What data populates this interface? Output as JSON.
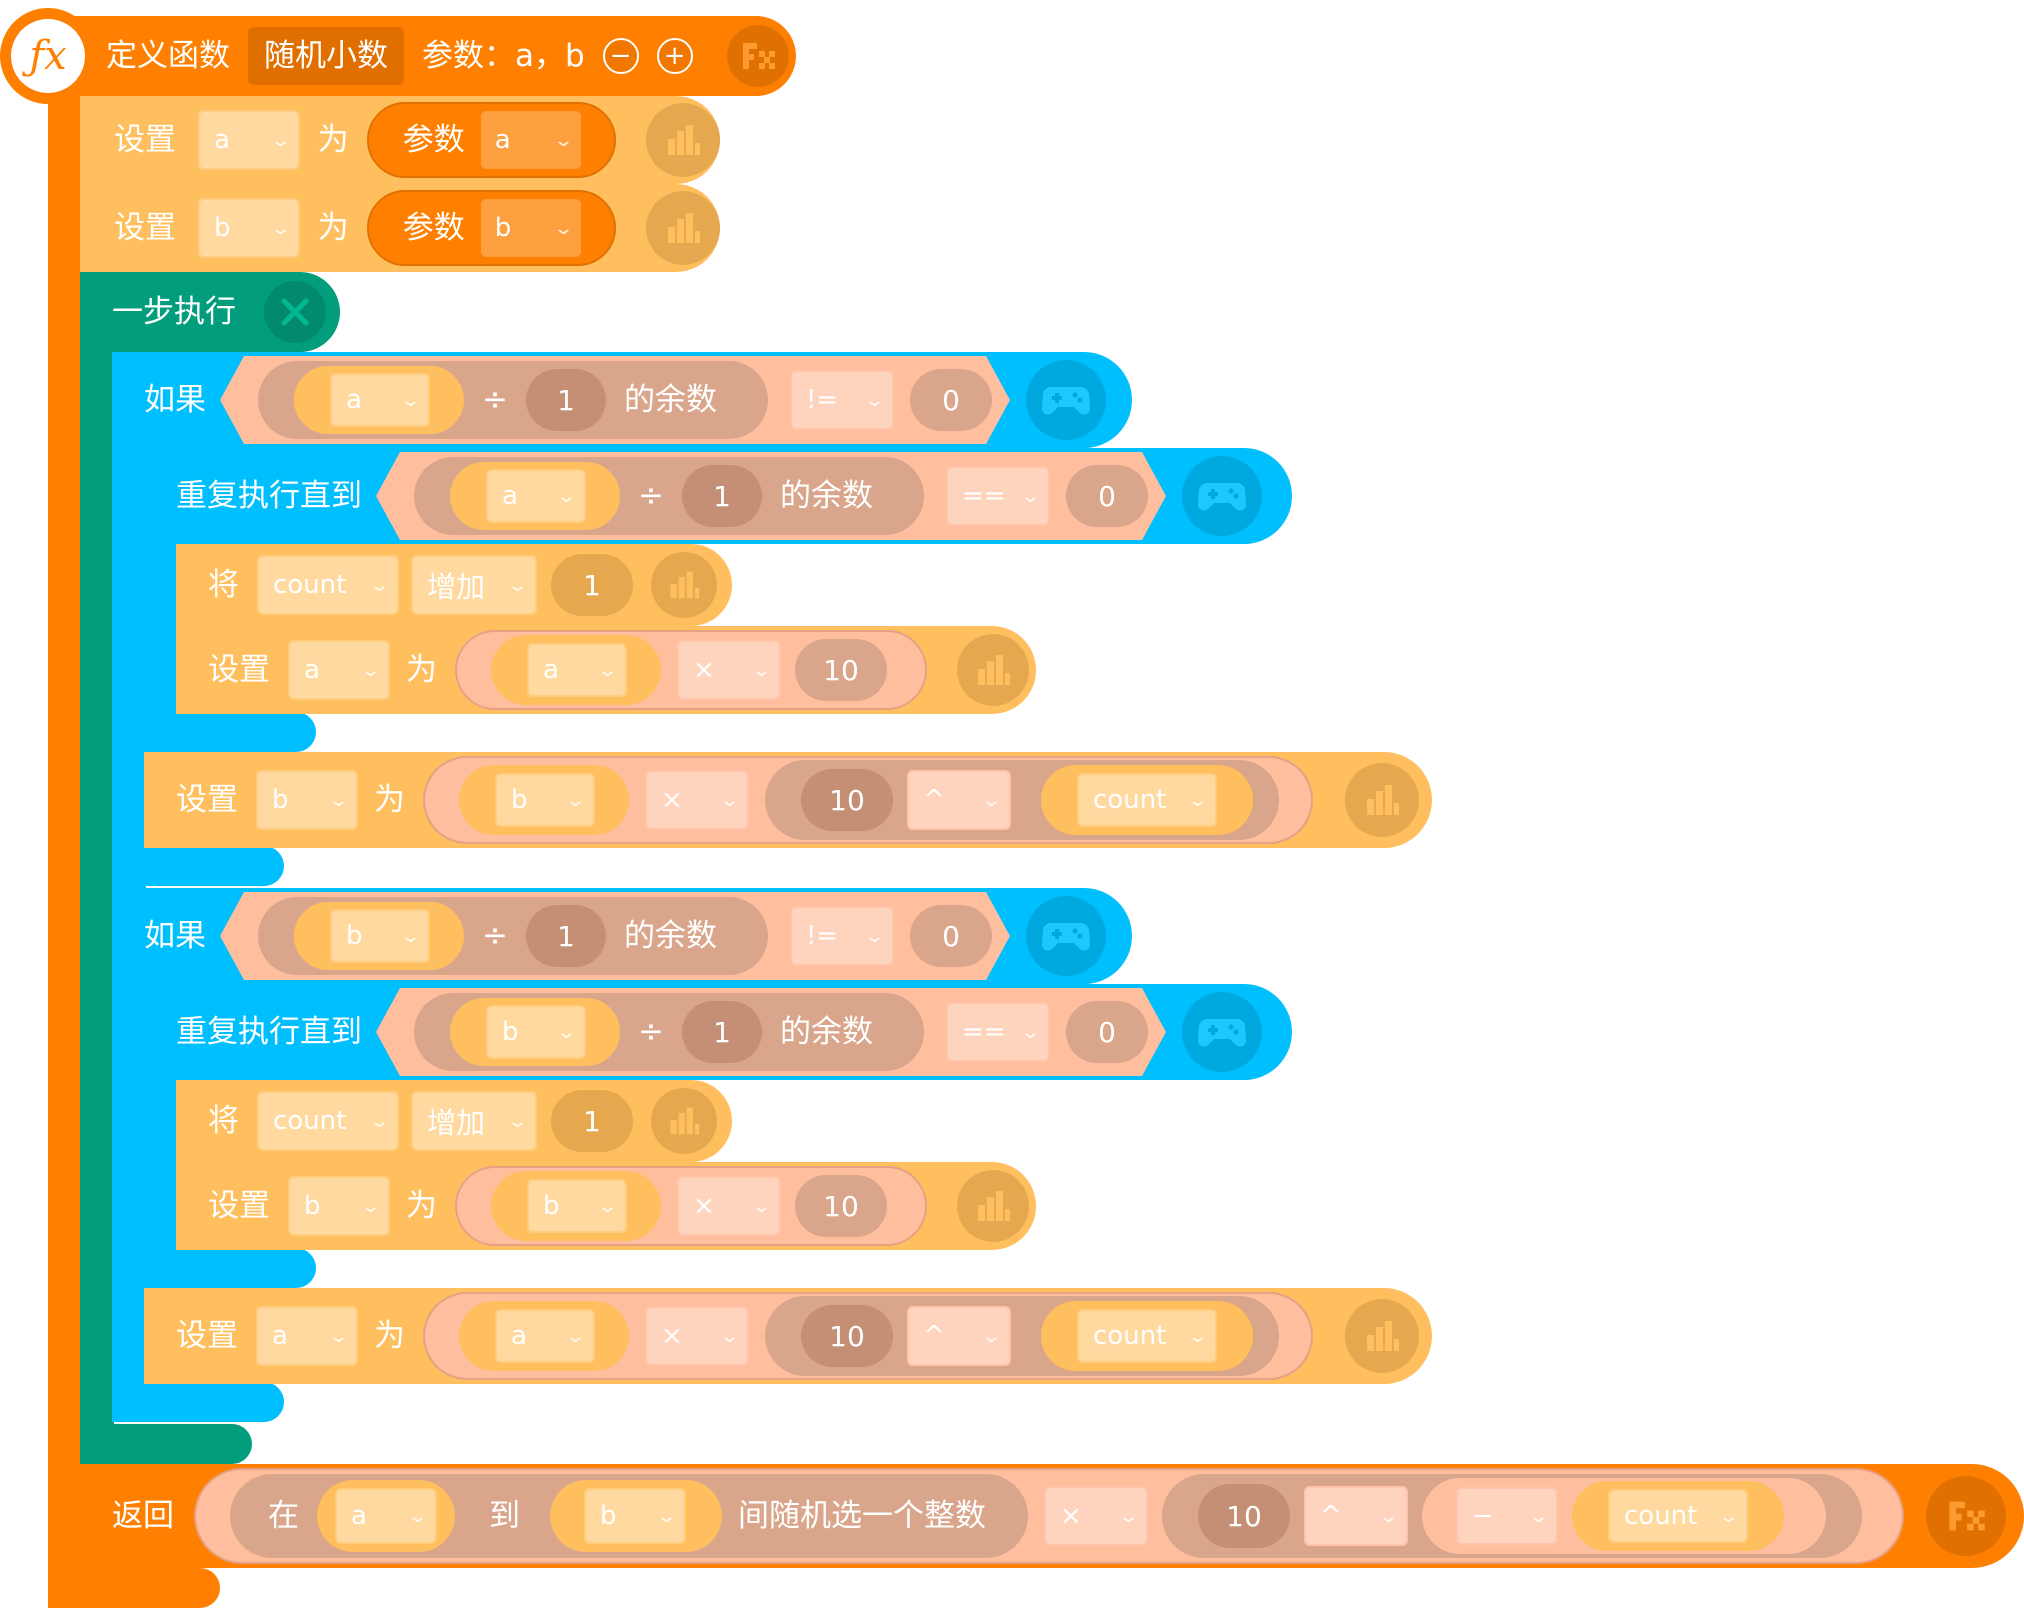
{
  "define": {
    "label": "定义函数",
    "name": "随机小数",
    "params_label": "参数：a，b",
    "minus": "−",
    "plus": "+",
    "fx_icon": "fx-icon"
  },
  "stmts": {
    "set_a": {
      "label": "设置",
      "var": "a",
      "to": "为",
      "param_label": "参数",
      "param": "a"
    },
    "set_b": {
      "label": "设置",
      "var": "b",
      "to": "为",
      "param_label": "参数",
      "param": "b"
    }
  },
  "step": {
    "label": "一步执行"
  },
  "block1": {
    "if_label": "如果",
    "if_var": "a",
    "if_div": "÷",
    "if_n": "1",
    "if_mod": "的余数",
    "if_op": "!=",
    "if_zero": "0",
    "rep_label": "重复执行直到",
    "rep_var": "a",
    "rep_div": "÷",
    "rep_n": "1",
    "rep_mod": "的余数",
    "rep_op": "==",
    "rep_zero": "0",
    "inc_label": "将",
    "inc_var": "count",
    "inc_op": "增加",
    "inc_n": "1",
    "set1_label": "设置",
    "set1_var": "a",
    "set1_to": "为",
    "set1_x": "a",
    "set1_op": "×",
    "set1_n": "10",
    "set2_label": "设置",
    "set2_var": "b",
    "set2_to": "为",
    "set2_x": "b",
    "set2_op": "×",
    "set2_n": "10",
    "set2_pow": "^",
    "set2_cnt": "count"
  },
  "block2": {
    "if_label": "如果",
    "if_var": "b",
    "if_div": "÷",
    "if_n": "1",
    "if_mod": "的余数",
    "if_op": "!=",
    "if_zero": "0",
    "rep_label": "重复执行直到",
    "rep_var": "b",
    "rep_div": "÷",
    "rep_n": "1",
    "rep_mod": "的余数",
    "rep_op": "==",
    "rep_zero": "0",
    "inc_label": "将",
    "inc_var": "count",
    "inc_op": "增加",
    "inc_n": "1",
    "set1_label": "设置",
    "set1_var": "b",
    "set1_to": "为",
    "set1_x": "b",
    "set1_op": "×",
    "set1_n": "10",
    "set2_label": "设置",
    "set2_var": "a",
    "set2_to": "为",
    "set2_x": "a",
    "set2_op": "×",
    "set2_n": "10",
    "set2_pow": "^",
    "set2_cnt": "count"
  },
  "ret": {
    "label": "返回",
    "in": "在",
    "a": "a",
    "to": "到",
    "b": "b",
    "rand": "间随机选一个整数",
    "mul": "×",
    "n": "10",
    "pow": "^",
    "neg": "−",
    "cnt": "count"
  },
  "colors": {
    "define": "#ff8000",
    "var_block": "#ffbf5f",
    "control": "#019d7d",
    "logic": "#00bfff",
    "math_outer": "#d9a68c",
    "math_inner": "#ffbf9f"
  }
}
